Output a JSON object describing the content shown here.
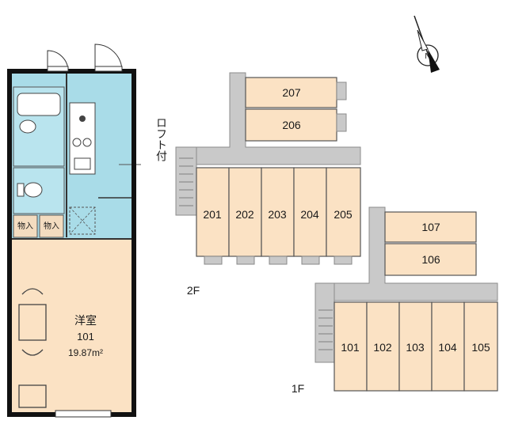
{
  "unit": {
    "room_type": "洋室",
    "room_number": "101",
    "area": "19.87m²",
    "storage_left": "物入",
    "storage_right": "物入",
    "loft_note": "ロフト付"
  },
  "floor_2": {
    "label": "2F",
    "units": [
      "201",
      "202",
      "203",
      "204",
      "205"
    ],
    "upper_units": [
      "207",
      "206"
    ]
  },
  "floor_1": {
    "label": "1F",
    "units": [
      "101",
      "102",
      "103",
      "104",
      "105"
    ],
    "upper_units": [
      "107",
      "106"
    ]
  },
  "compass": {
    "icon": "north-arrow-icon",
    "label": "N"
  },
  "colors": {
    "room": "#fbe2c4",
    "wet_area": "#a9dce8",
    "corridor": "#c9c9c9",
    "wall": "#111111"
  }
}
